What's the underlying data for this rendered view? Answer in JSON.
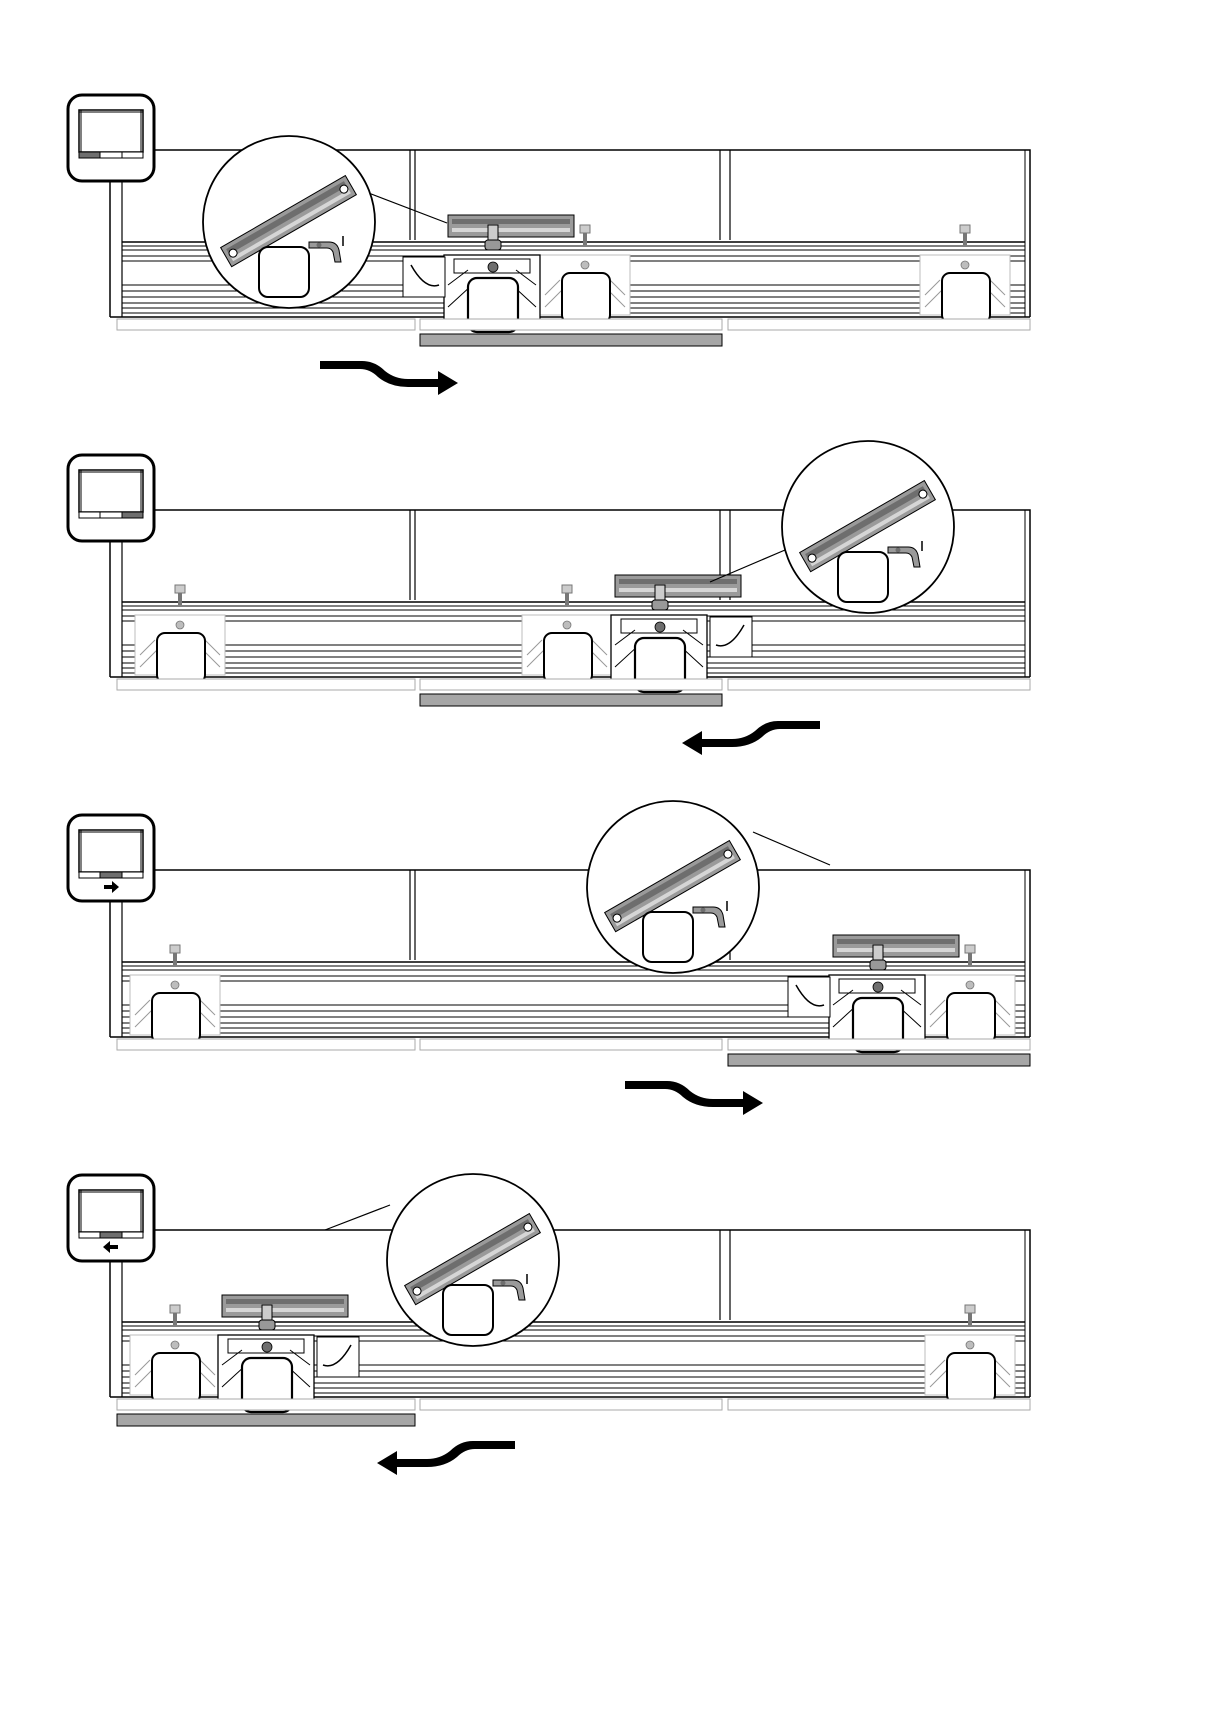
{
  "figure": {
    "type": "assembly-instruction-diagram",
    "panel_count": 4,
    "has_text": false
  },
  "colors": {
    "line": "#000000",
    "metal_dark": "#6e6e6e",
    "metal_mid": "#9a9a9a",
    "metal_light": "#d6d6d6",
    "door_active": "#a6a6a6",
    "door_inactive": "#ffffff",
    "background": "#ffffff"
  },
  "panels": [
    {
      "step": 1,
      "icon_highlight": "left-segment",
      "icon_has_arrow": false,
      "icon_arrow": "none",
      "arrow_direction": "right",
      "active_door": "middle",
      "damper_position": "center"
    },
    {
      "step": 2,
      "icon_highlight": "right-segment",
      "icon_has_arrow": false,
      "icon_arrow": "none",
      "arrow_direction": "left",
      "active_door": "middle",
      "damper_position": "center"
    },
    {
      "step": 3,
      "icon_highlight": "center-segment",
      "icon_has_arrow": true,
      "icon_arrow": "right",
      "arrow_direction": "right",
      "active_door": "right",
      "damper_position": "right"
    },
    {
      "step": 4,
      "icon_highlight": "center-segment",
      "icon_has_arrow": true,
      "icon_arrow": "left",
      "arrow_direction": "left",
      "active_door": "left",
      "damper_position": "left"
    }
  ],
  "icons": {
    "frame_icon": "wardrobe-frame-icon",
    "detail_icon": "soft-close-damper-icon",
    "clip_icon": "mounting-clip-icon",
    "arrow_icon": "direction-arrow-icon"
  }
}
